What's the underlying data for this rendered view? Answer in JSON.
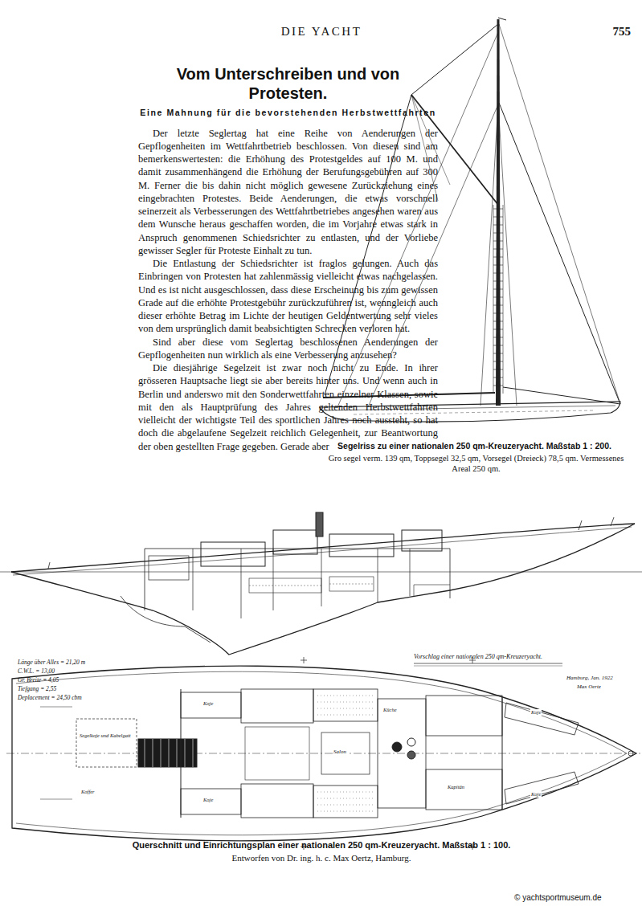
{
  "diagram": {
    "title": "Vom Unterschreiben und von Protesten.",
    "caption": "Querschnitt und Einrichtungsplan einer nationalen 250 qm-Kreuzeryacht. Maßstab 1 : 100.",
    "labels": [
      "DIE YACHT",
      "755",
      "Eine Mahnung für die bevorstehenden Herbstwettfahrten",
      "Der letzte Seglertag hat eine Reihe von Aenderungen der Gepflogenheiten im Wettfahrtbetrieb beschlossen. Von diesen sind am bemerkenswertesten: die Erhöhung des Protestgeldes auf 100 M. und damit zusammenhängend die Erhöhung der Berufungsgebühren auf 300 M. Ferner die bis dahin nicht möglich gewesene Zurückziehung eines eingebrachten Protestes. Beide Aenderungen, die etwas vorschnell seinerzeit als Verbesserungen des Wettfahrtbetriebes angesehen waren aus dem Wunsche heraus geschaffen worden, die im Vorjahre etwas stark in Anspruch genommenen Schiedsrichter zu entlasten, und der Vorliebe gewisser Segler für Proteste Einhalt zu tun.",
      "Die Entlastung der Schiedsrichter ist fraglos gelungen. Auch das Einbringen von Protesten hat zahlenmässig vielleicht etwas nachgelassen. Und es ist nicht ausgeschlossen, dass diese Erscheinung bis zum gewissen Grade auf die erhöhte Protestgebühr zurückzuführen ist, wenngleich auch dieser erhöhte Betrag im Lichte der heutigen Geldentwertung sehr vieles von dem ursprünglich damit beabsichtigten Schrecken verloren hat.",
      "Sind aber diese vom Seglertag beschlossenen Aenderungen der Gepflogenheiten nun wirklich als eine Verbesserung anzusehen?",
      "Die diesjährige Segelzeit ist zwar noch nicht zu Ende. In ihrer grösseren Hauptsache liegt sie aber bereits hinter uns. Und wenn auch in Berlin und anderswo mit den Sonderwettfahrten einzelner Klassen, sowie mit den als Hauptprüfung des Jahres geltenden Herbstwettfahrten vielleicht der wichtigste Teil des sportlichen Jahres noch aussteht, so hat doch die abgelaufene Segelzeit reichlich Gelegenheit, zur Beantwortung der oben gestellten Frage gegeben. Gerade aber",
      "Segelriss zu einer nationalen 250 qm-Kreuzeryacht. Maßstab 1 : 200.",
      "Gro segel verm. 139 qm, Toppsegel 32,5 qm, Vorsegel (Dreieck) 78,5 qm. Vermessenes Areal 250 qm.",
      "Länge über Alles = 21,20 m",
      "C.W.L. = 13,00",
      "Gr. Breite = 4,05",
      "Tiefgang = 2,55",
      "Deplacement = 24,50 cbm",
      "Vorschlag einer nationalen 250 qm-Kreuzeryacht.",
      "Hamburg, Jan. 1922",
      "Max Oertz",
      "Entworfen von Dr. ing. h. c. Max Oertz, Hamburg.",
      "© yachtsportmuseum.de",
      "Segelkoje und Kabelgatt",
      "Koffer",
      "Koje",
      "Koje",
      "Salon",
      "Küche",
      "Kapitän",
      "Koje",
      "Koje"
    ]
  }
}
